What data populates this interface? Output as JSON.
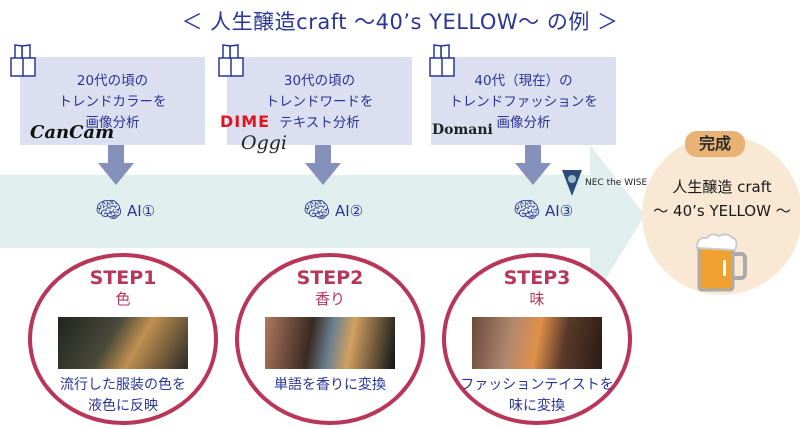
{
  "title": "＜ 人生醸造craft ～40’s YELLOW～ の例 ＞",
  "sources": [
    {
      "lines": [
        "20代の頃の",
        "トレンドカラーを",
        "画像分析"
      ],
      "logos": [
        "CanCam"
      ]
    },
    {
      "lines": [
        "30代の頃の",
        "トレンドワードを",
        "テキスト分析"
      ],
      "logos": [
        "DIME",
        "Oggi"
      ]
    },
    {
      "lines": [
        "40代（現在）の",
        "トレンドファッションを",
        "画像分析"
      ],
      "logos": [
        "Domani"
      ]
    }
  ],
  "ai": [
    "AI①",
    "AI②",
    "AI③"
  ],
  "nec_logo": "NEC the WISE",
  "steps": [
    {
      "title": "STEP1",
      "sub": "色",
      "desc": [
        "流行した服装の色を",
        "液色に反映"
      ]
    },
    {
      "title": "STEP2",
      "sub": "香り",
      "desc": [
        "単語を香りに変換"
      ]
    },
    {
      "title": "STEP3",
      "sub": "味",
      "desc": [
        "ファッションテイストを",
        "味に変換"
      ]
    }
  ],
  "final": {
    "badge": "完成",
    "line1": "人生醸造 craft",
    "line2": "～ 40’s YELLOW ～"
  },
  "colors": {
    "text": "#2a3596",
    "step": "#b8365a",
    "band": "#e1eeee",
    "box": "#dcdff0",
    "arrow": "#8591bb"
  }
}
